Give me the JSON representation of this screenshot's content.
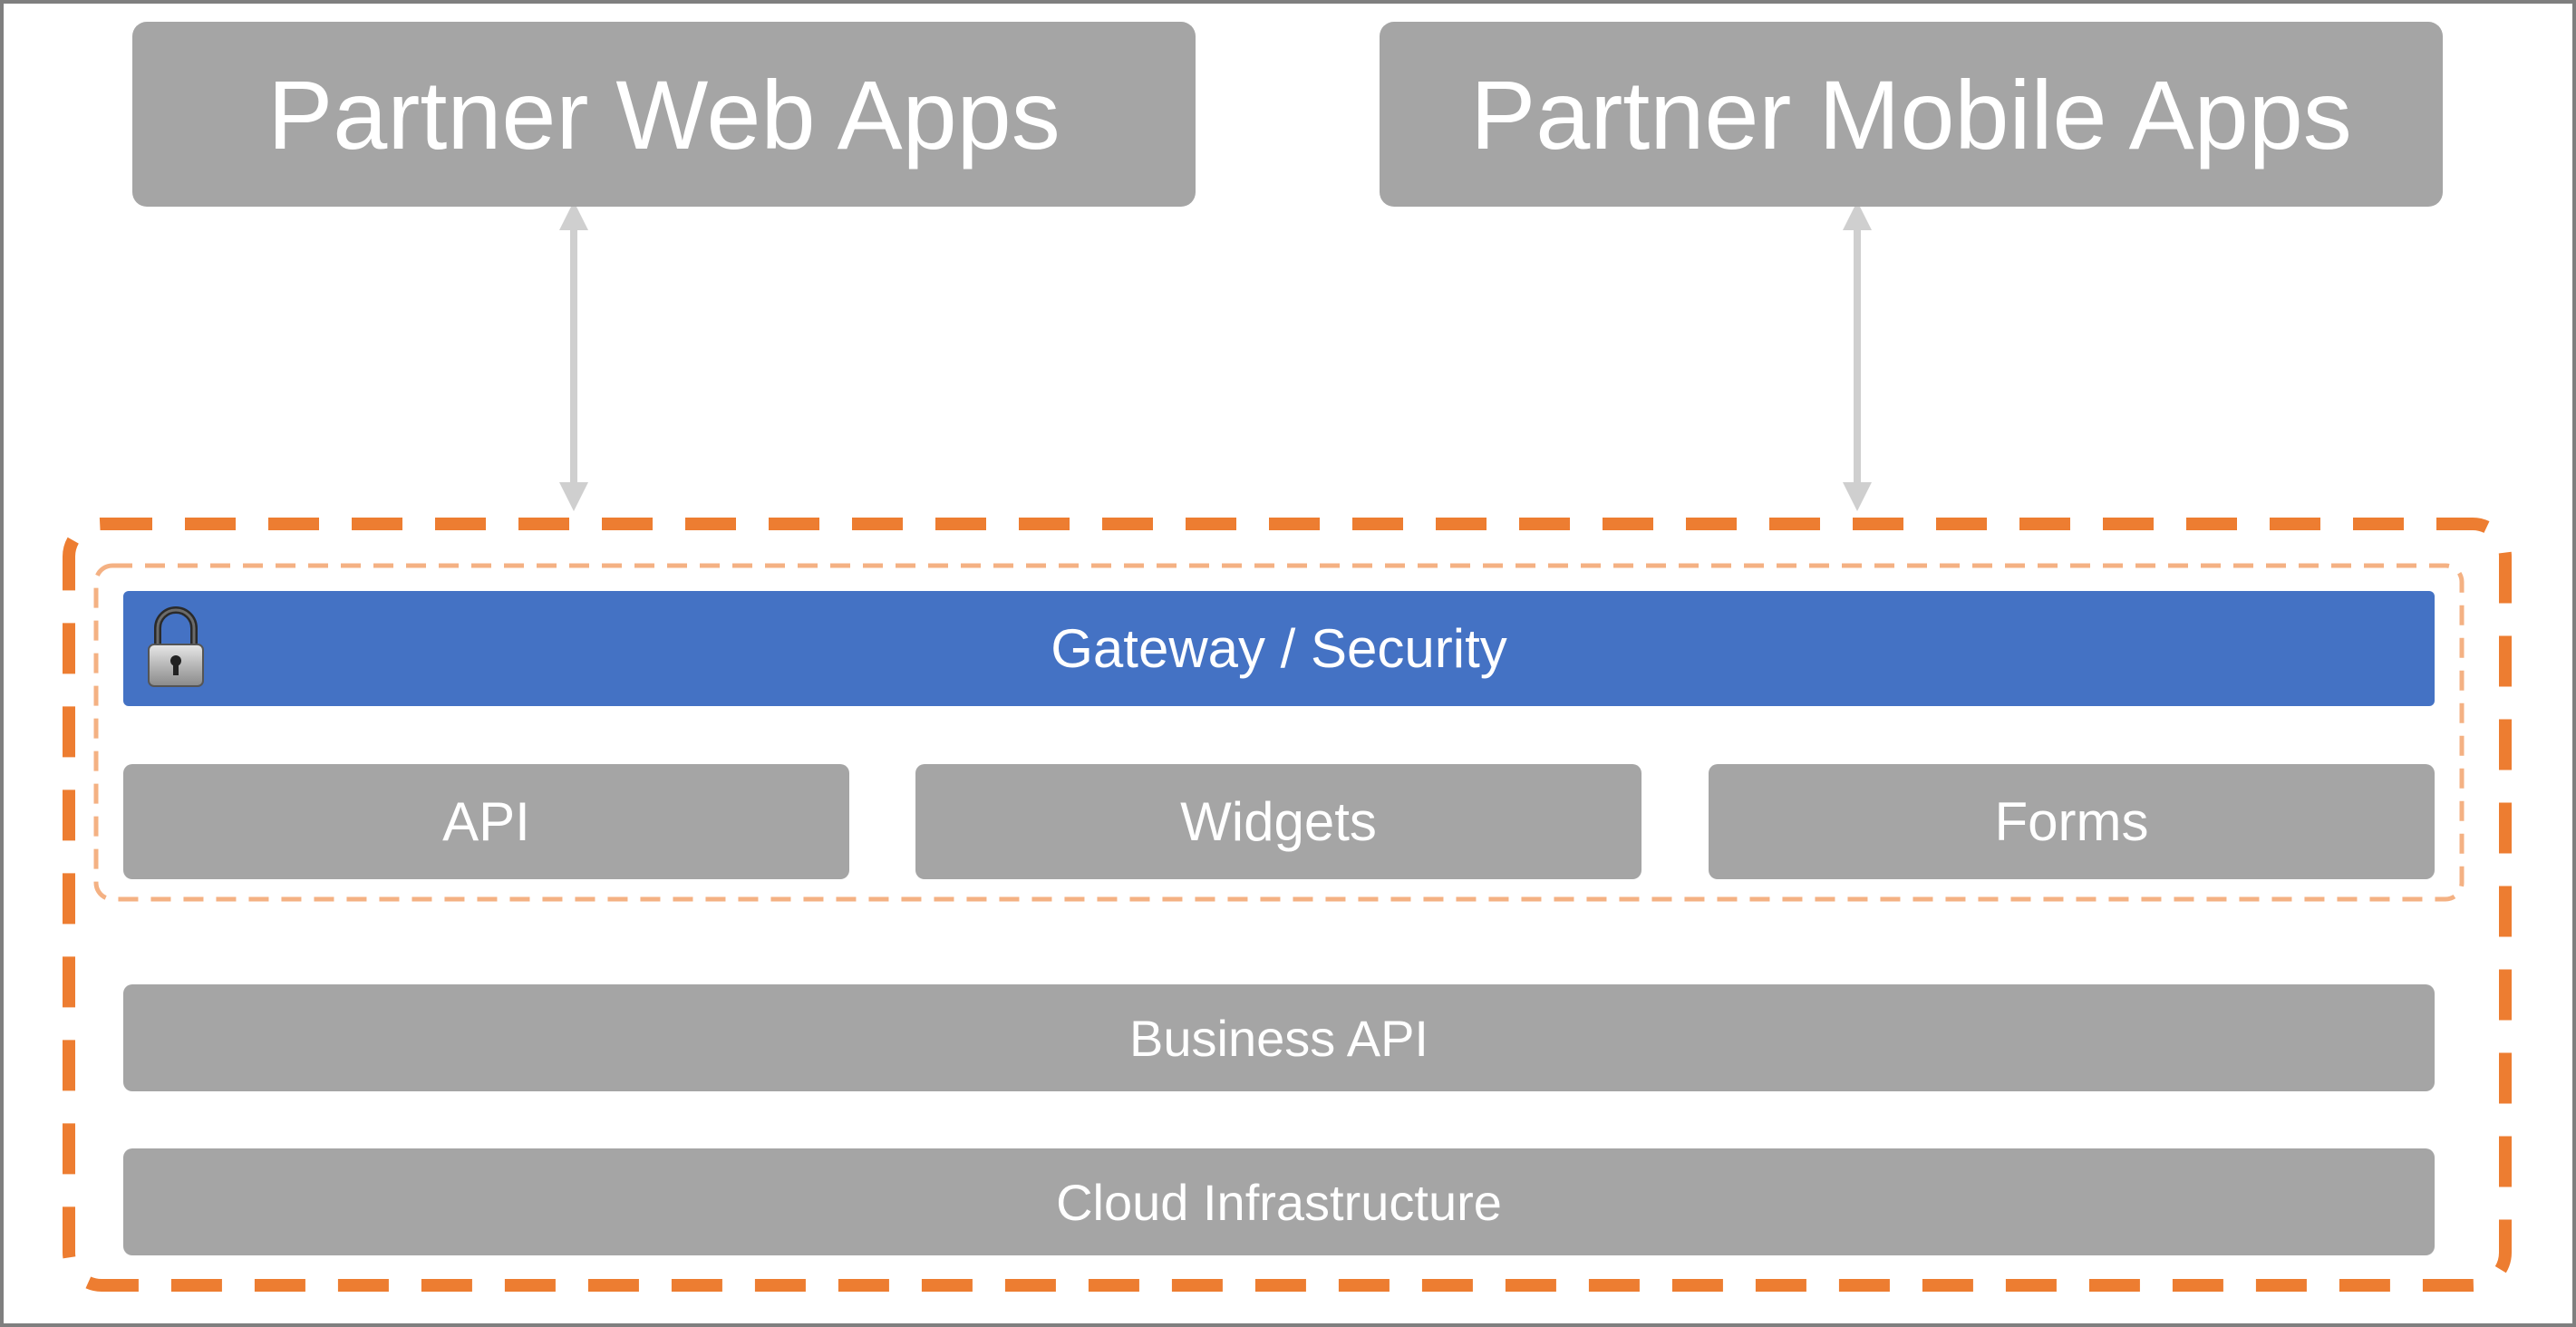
{
  "top": {
    "web_apps": "Partner Web Apps",
    "mobile_apps": "Partner Mobile Apps"
  },
  "platform": {
    "gateway": "Gateway / Security",
    "services": [
      "API",
      "Widgets",
      "Forms"
    ],
    "business_api": "Business API",
    "cloud": "Cloud Infrastructure"
  },
  "icons": {
    "gateway_icon": "lock-icon"
  },
  "colors": {
    "box_gray": "#a5a5a5",
    "gateway_blue": "#4472c4",
    "outer_dash": "#ed7d31",
    "inner_dash": "#f4b183",
    "arrow": "#d0d0d0"
  }
}
